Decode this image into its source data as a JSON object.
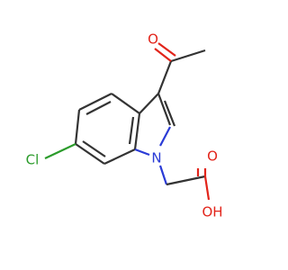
{
  "molecule": {
    "atoms": {
      "carbonyl_o": {
        "label": "O",
        "color": "#e2241a"
      },
      "ring_n": {
        "label": "N",
        "color": "#2a3bd6"
      },
      "chlorine": {
        "label": "Cl",
        "color": "#2b9b2b"
      },
      "acid_o_double": {
        "label": "O",
        "color": "#e2241a"
      },
      "acid_oh": {
        "label": "OH",
        "color": "#e2241a"
      }
    },
    "bond_color": "#333333"
  }
}
